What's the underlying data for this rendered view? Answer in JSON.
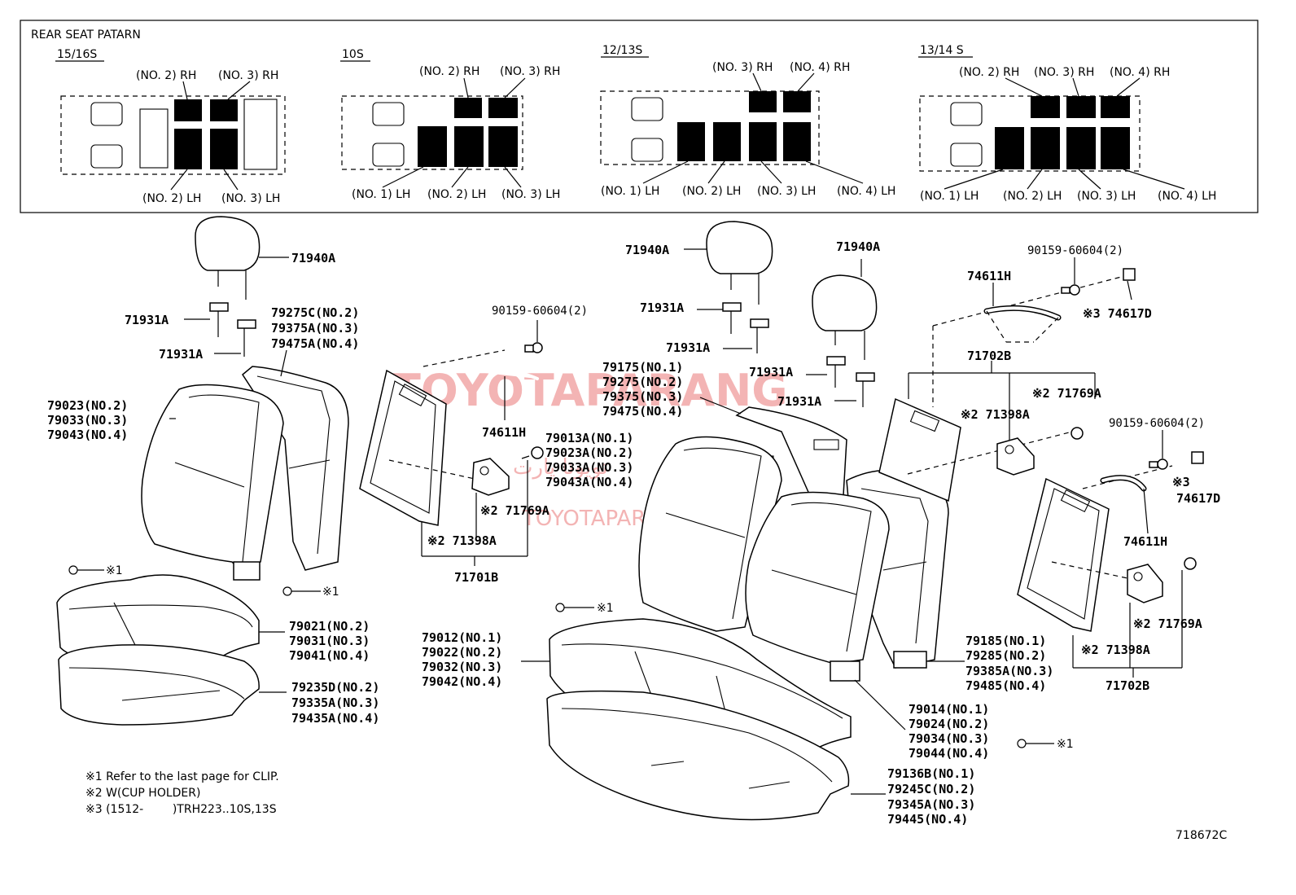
{
  "pattern_box": {
    "title": "REAR SEAT PATARN",
    "variants": [
      {
        "name": "15/16S",
        "labels": [
          "(NO. 2) RH",
          "(NO. 3) RH",
          "(NO. 2) LH",
          "(NO. 3) LH"
        ]
      },
      {
        "name": "10S",
        "labels": [
          "(NO. 2) RH",
          "(NO. 3) RH",
          "(NO. 1) LH",
          "(NO. 2) LH",
          "(NO. 3) LH"
        ]
      },
      {
        "name": "12/13S",
        "labels": [
          "(NO. 3) RH",
          "(NO. 4) RH",
          "(NO. 1) LH",
          "(NO. 2) LH",
          "(NO. 3) LH",
          "(NO. 4) LH"
        ]
      },
      {
        "name": "13/14 S",
        "labels": [
          "(NO. 2) RH",
          "(NO. 3) RH",
          "(NO. 4) RH",
          "(NO. 1) LH",
          "(NO. 2) LH",
          "(NO. 3) LH",
          "(NO. 4) LH"
        ]
      }
    ]
  },
  "parts": {
    "p71940A_1": "71940A",
    "p71940A_2": "71940A",
    "p71940A_3": "71940A",
    "p71931A_1": "71931A",
    "p71931A_2": "71931A",
    "p71931A_3": "71931A",
    "p71931A_4": "71931A",
    "p71931A_5": "71931A",
    "p71931A_6": "71931A",
    "g_79275C": [
      "79275C(NO.2)",
      "79375A(NO.3)",
      "79475A(NO.4)"
    ],
    "g_79023": [
      "79023(NO.2)",
      "79033(NO.3)",
      "79043(NO.4)"
    ],
    "g_79021": [
      "79021(NO.2)",
      "79031(NO.3)",
      "79041(NO.4)"
    ],
    "g_79235D": [
      "79235D(NO.2)",
      "79335A(NO.3)",
      "79435A(NO.4)"
    ],
    "p90159_1": "90159-60604(2)",
    "p90159_2": "90159-60604(2)",
    "p90159_3": "90159-60604(2)",
    "p74611H_1": "74611H",
    "p74611H_2": "74611H",
    "p74611H_3": "74611H",
    "g_79013A": [
      "79013A(NO.1)",
      "79023A(NO.2)",
      "79033A(NO.3)",
      "79043A(NO.4)"
    ],
    "p71769A_1": "※2 71769A",
    "p71769A_2": "※2 71769A",
    "p71769A_3": "※2 71769A",
    "p71398A_1": "※2 71398A",
    "p71398A_2": "※2 71398A",
    "p71398A_3": "※2 71398A",
    "p71701B": "71701B",
    "p71702B_1": "71702B",
    "p71702B_2": "71702B",
    "p74617D_1": "※3 74617D",
    "p74617D_2": "※3",
    "p74617D_2b": "74617D",
    "g_79175": [
      "79175(NO.1)",
      "79275(NO.2)",
      "79375(NO.3)",
      "79475(NO.4)"
    ],
    "g_79012": [
      "79012(NO.1)",
      "79022(NO.2)",
      "79032(NO.3)",
      "79042(NO.4)"
    ],
    "g_79185": [
      "79185(NO.1)",
      "79285(NO.2)",
      "79385A(NO.3)",
      "79485(NO.4)"
    ],
    "g_79014": [
      "79014(NO.1)",
      "79024(NO.2)",
      "79034(NO.3)",
      "79044(NO.4)"
    ],
    "g_79136B": [
      "79136B(NO.1)",
      "79245C(NO.2)",
      "79345A(NO.3)",
      "79445(NO.4)"
    ],
    "clip": "※1"
  },
  "notes": [
    "※1 Refer to the last page for CLIP.",
    "※2 W(CUP HOLDER)",
    "※3 (1512-        )TRH223..10S,13S"
  ],
  "diagram_code": "718672C",
  "watermark": {
    "main": "TOYOTAPARANG",
    "site": "TOYOTAPART.IR",
    "arabic": "تویوتا پارت"
  }
}
